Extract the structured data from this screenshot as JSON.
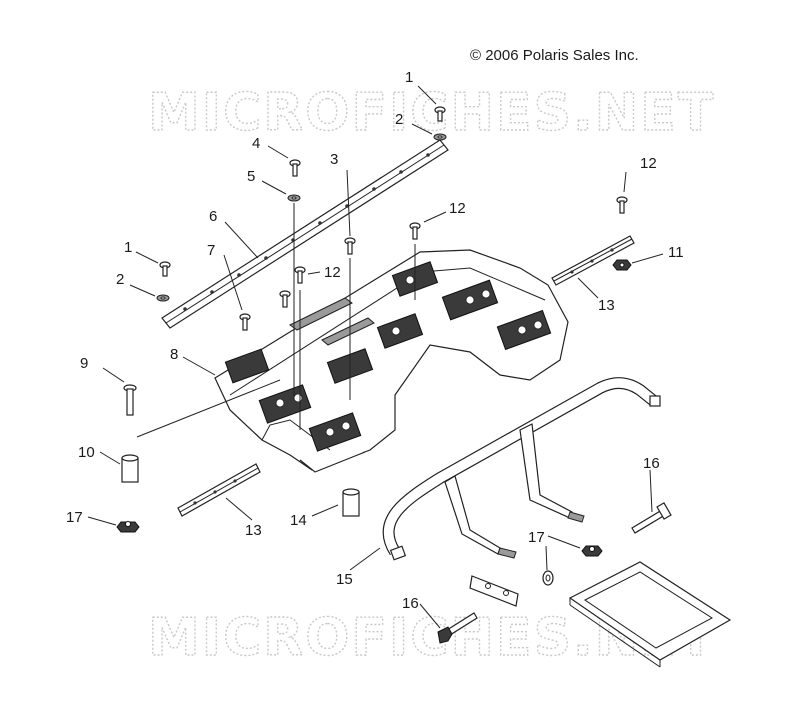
{
  "copyright": "© 2006 Polaris Sales Inc.",
  "watermark": "MICROFICHES.NET",
  "callouts": [
    "1",
    "2",
    "4",
    "5",
    "3",
    "6",
    "7",
    "1",
    "2",
    "12",
    "12",
    "12",
    "11",
    "13",
    "8",
    "9",
    "10",
    "17",
    "13",
    "14",
    "15",
    "16",
    "17",
    "16"
  ]
}
